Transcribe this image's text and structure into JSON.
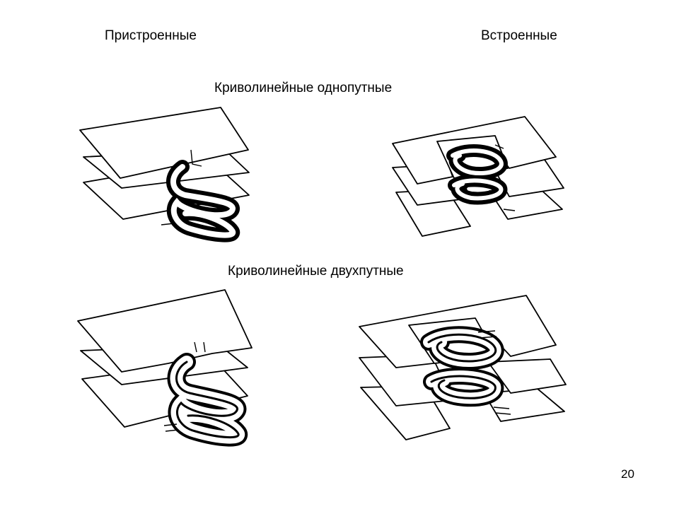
{
  "headers": {
    "left_column": "Пристроенные",
    "right_column": "Встроенные"
  },
  "rows": {
    "top": "Криволинейные однопутные",
    "bottom": "Криволинейные двухпутные"
  },
  "page_number": "20"
}
